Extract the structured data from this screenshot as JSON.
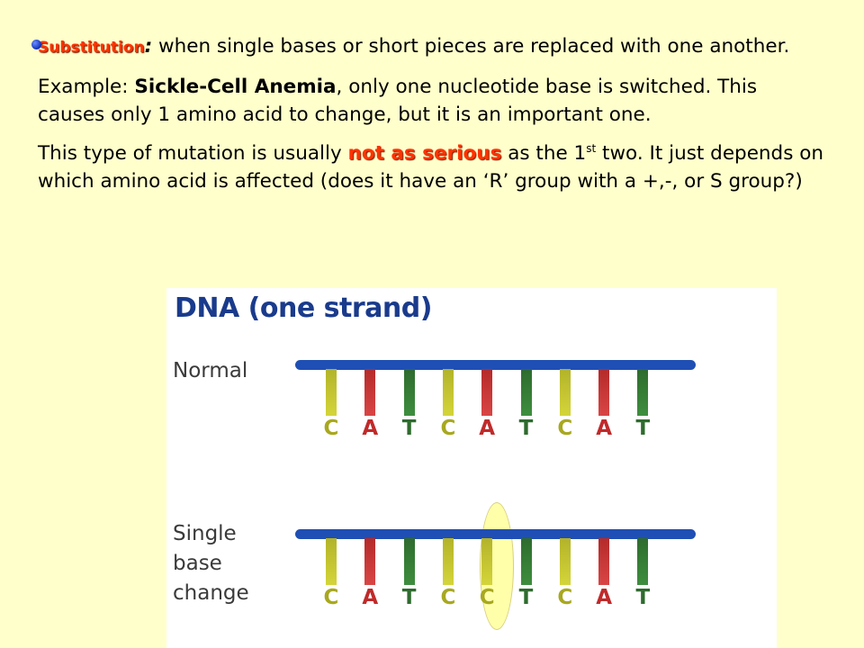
{
  "text": {
    "bullet_term": "Substitution",
    "bullet_colon": ":",
    "bullet_rest": "  when single bases or short pieces are replaced with one another.",
    "example_prefix": "Example:  ",
    "example_bold": "Sickle-Cell Anemia",
    "example_rest": ", only one nucleotide base is switched.  This causes only 1 amino acid to change, but it is an important one.",
    "p3_prefix": "This type of mutation is usually ",
    "p3_highlight": "not as serious",
    "p3_mid": " as the 1",
    "p3_sup": "st",
    "p3_rest": " two.  It just depends on which amino acid is affected (does it have an ‘R’ group with a +,-, or S group?)"
  },
  "figure": {
    "title": "DNA (one strand)",
    "rows": [
      {
        "label_lines": [
          "Normal"
        ],
        "bases": [
          "C",
          "A",
          "T",
          "C",
          "A",
          "T",
          "C",
          "A",
          "T"
        ]
      },
      {
        "label_lines": [
          "Single",
          "base",
          "change"
        ],
        "bases": [
          "C",
          "A",
          "T",
          "C",
          "C",
          "T",
          "C",
          "A",
          "T"
        ],
        "highlight_index": 4
      }
    ],
    "colors": {
      "C": "#B3B32A",
      "A": "#C02A2A",
      "T": "#2E6B2E",
      "backbone": "#1F4FB5"
    }
  }
}
